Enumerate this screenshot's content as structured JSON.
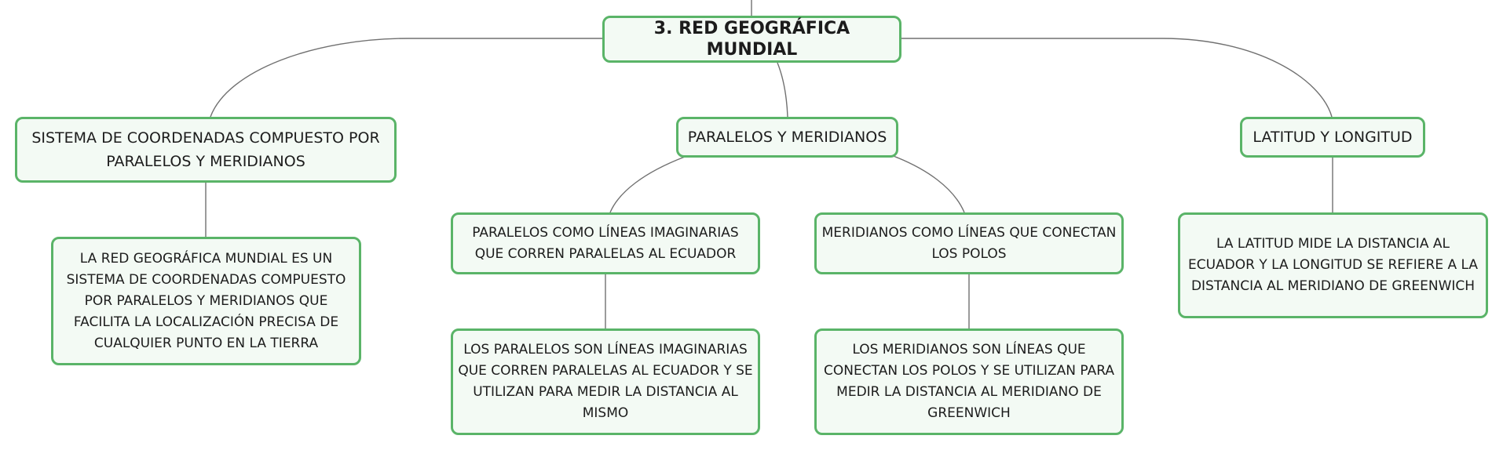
{
  "colors": {
    "node_border": "#5ab468",
    "node_fill": "#f3faf4",
    "link": "#707070",
    "text": "#1c1c1c"
  },
  "map": {
    "root": "3. RED GEOGRÁFICA MUNDIAL",
    "branches": {
      "coordinates": {
        "title": "SISTEMA DE COORDENADAS COMPUESTO POR PARALELOS Y MERIDIANOS",
        "detail": "LA RED GEOGRÁFICA MUNDIAL ES UN SISTEMA DE COORDENADAS COMPUESTO POR PARALELOS Y MERIDIANOS QUE FACILITA LA LOCALIZACIÓN PRECISA DE CUALQUIER PUNTO EN LA TIERRA"
      },
      "parallels_meridians": {
        "title": "PARALELOS Y MERIDIANOS",
        "parallels": {
          "title": "PARALELOS COMO LÍNEAS IMAGINARIAS QUE CORREN PARALELAS AL ECUADOR",
          "detail": "LOS PARALELOS SON LÍNEAS IMAGINARIAS QUE CORREN PARALELAS AL ECUADOR Y SE UTILIZAN PARA MEDIR LA DISTANCIA AL MISMO"
        },
        "meridians": {
          "title": "MERIDIANOS COMO LÍNEAS QUE CONECTAN LOS POLOS",
          "detail": "LOS MERIDIANOS SON LÍNEAS QUE CONECTAN LOS POLOS Y SE UTILIZAN PARA MEDIR LA DISTANCIA AL MERIDIANO DE GREENWICH"
        }
      },
      "lat_long": {
        "title": "LATITUD Y LONGITUD",
        "detail": "LA LATITUD MIDE LA DISTANCIA AL ECUADOR Y LA LONGITUD SE REFIERE A LA DISTANCIA AL MERIDIANO DE GREENWICH"
      }
    }
  }
}
